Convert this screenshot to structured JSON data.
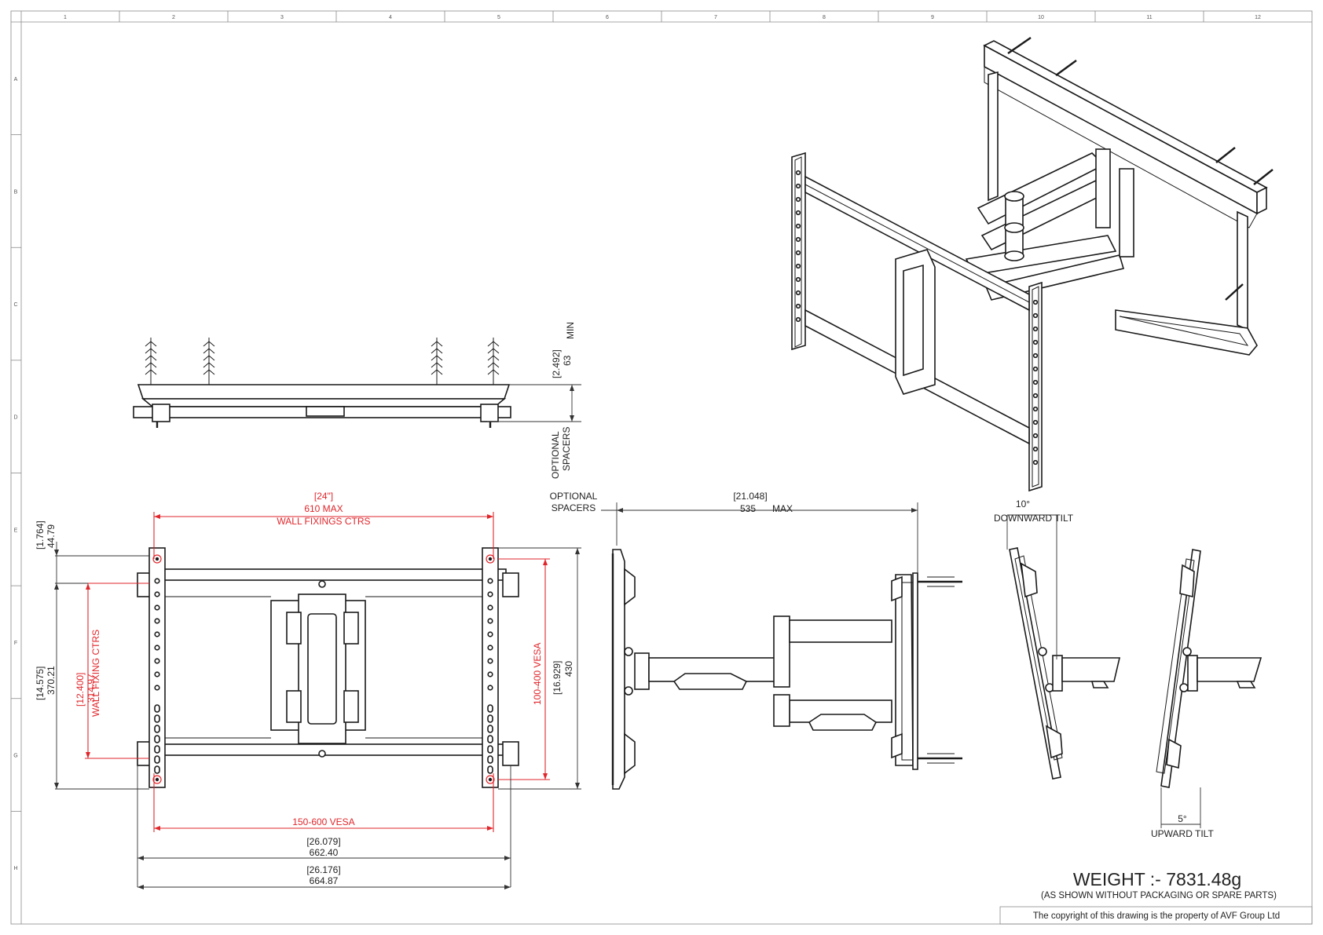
{
  "border": {
    "columns": [
      "1",
      "2",
      "3",
      "4",
      "5",
      "6",
      "7",
      "8",
      "9",
      "10",
      "11",
      "12"
    ],
    "rows": [
      "A",
      "B",
      "C",
      "D",
      "E",
      "F",
      "G",
      "H"
    ]
  },
  "side_view": {
    "dim_min_imperial": "[2.492]",
    "dim_min_metric": "63",
    "dim_min_suffix": "MIN",
    "spacers_line1": "OPTIONAL",
    "spacers_line2": "SPACERS"
  },
  "front_view": {
    "wall_fix_imperial": "[24\"]",
    "wall_fix_metric": "610 MAX",
    "wall_fix_label": "WALL FIXINGS CTRS",
    "top_offset_imperial": "[1.764]",
    "top_offset_metric": "44.79",
    "overall_h_imperial": "[14.575]",
    "overall_h_metric": "370.21",
    "wall_fix_v_imperial": "[12.400]",
    "wall_fix_v_metric": "314.97",
    "wall_fix_v_label": "WALL FIXING CTRS",
    "vesa_v_label": "100-400 VESA",
    "height_imperial": "[16.929]",
    "height_metric": "430",
    "vesa_h_label": "150-600 VESA",
    "width1_imperial": "[26.079]",
    "width1_metric": "662.40",
    "width2_imperial": "[26.176]",
    "width2_metric": "664.87"
  },
  "extension_view": {
    "spacers_line1": "OPTIONAL",
    "spacers_line2": "SPACERS",
    "depth_imperial": "[21.048]",
    "depth_metric": "535",
    "depth_suffix": "MAX"
  },
  "tilt_views": {
    "down_angle": "10°",
    "down_label": "DOWNWARD TILT",
    "up_angle": "5°",
    "up_label": "UPWARD TILT"
  },
  "title_block": {
    "weight": "WEIGHT :- 7831.48g",
    "weight_note": "(AS SHOWN WITHOUT PACKAGING OR SPARE PARTS)",
    "copyright": "The copyright of this drawing is the property of AVF Group Ltd"
  }
}
